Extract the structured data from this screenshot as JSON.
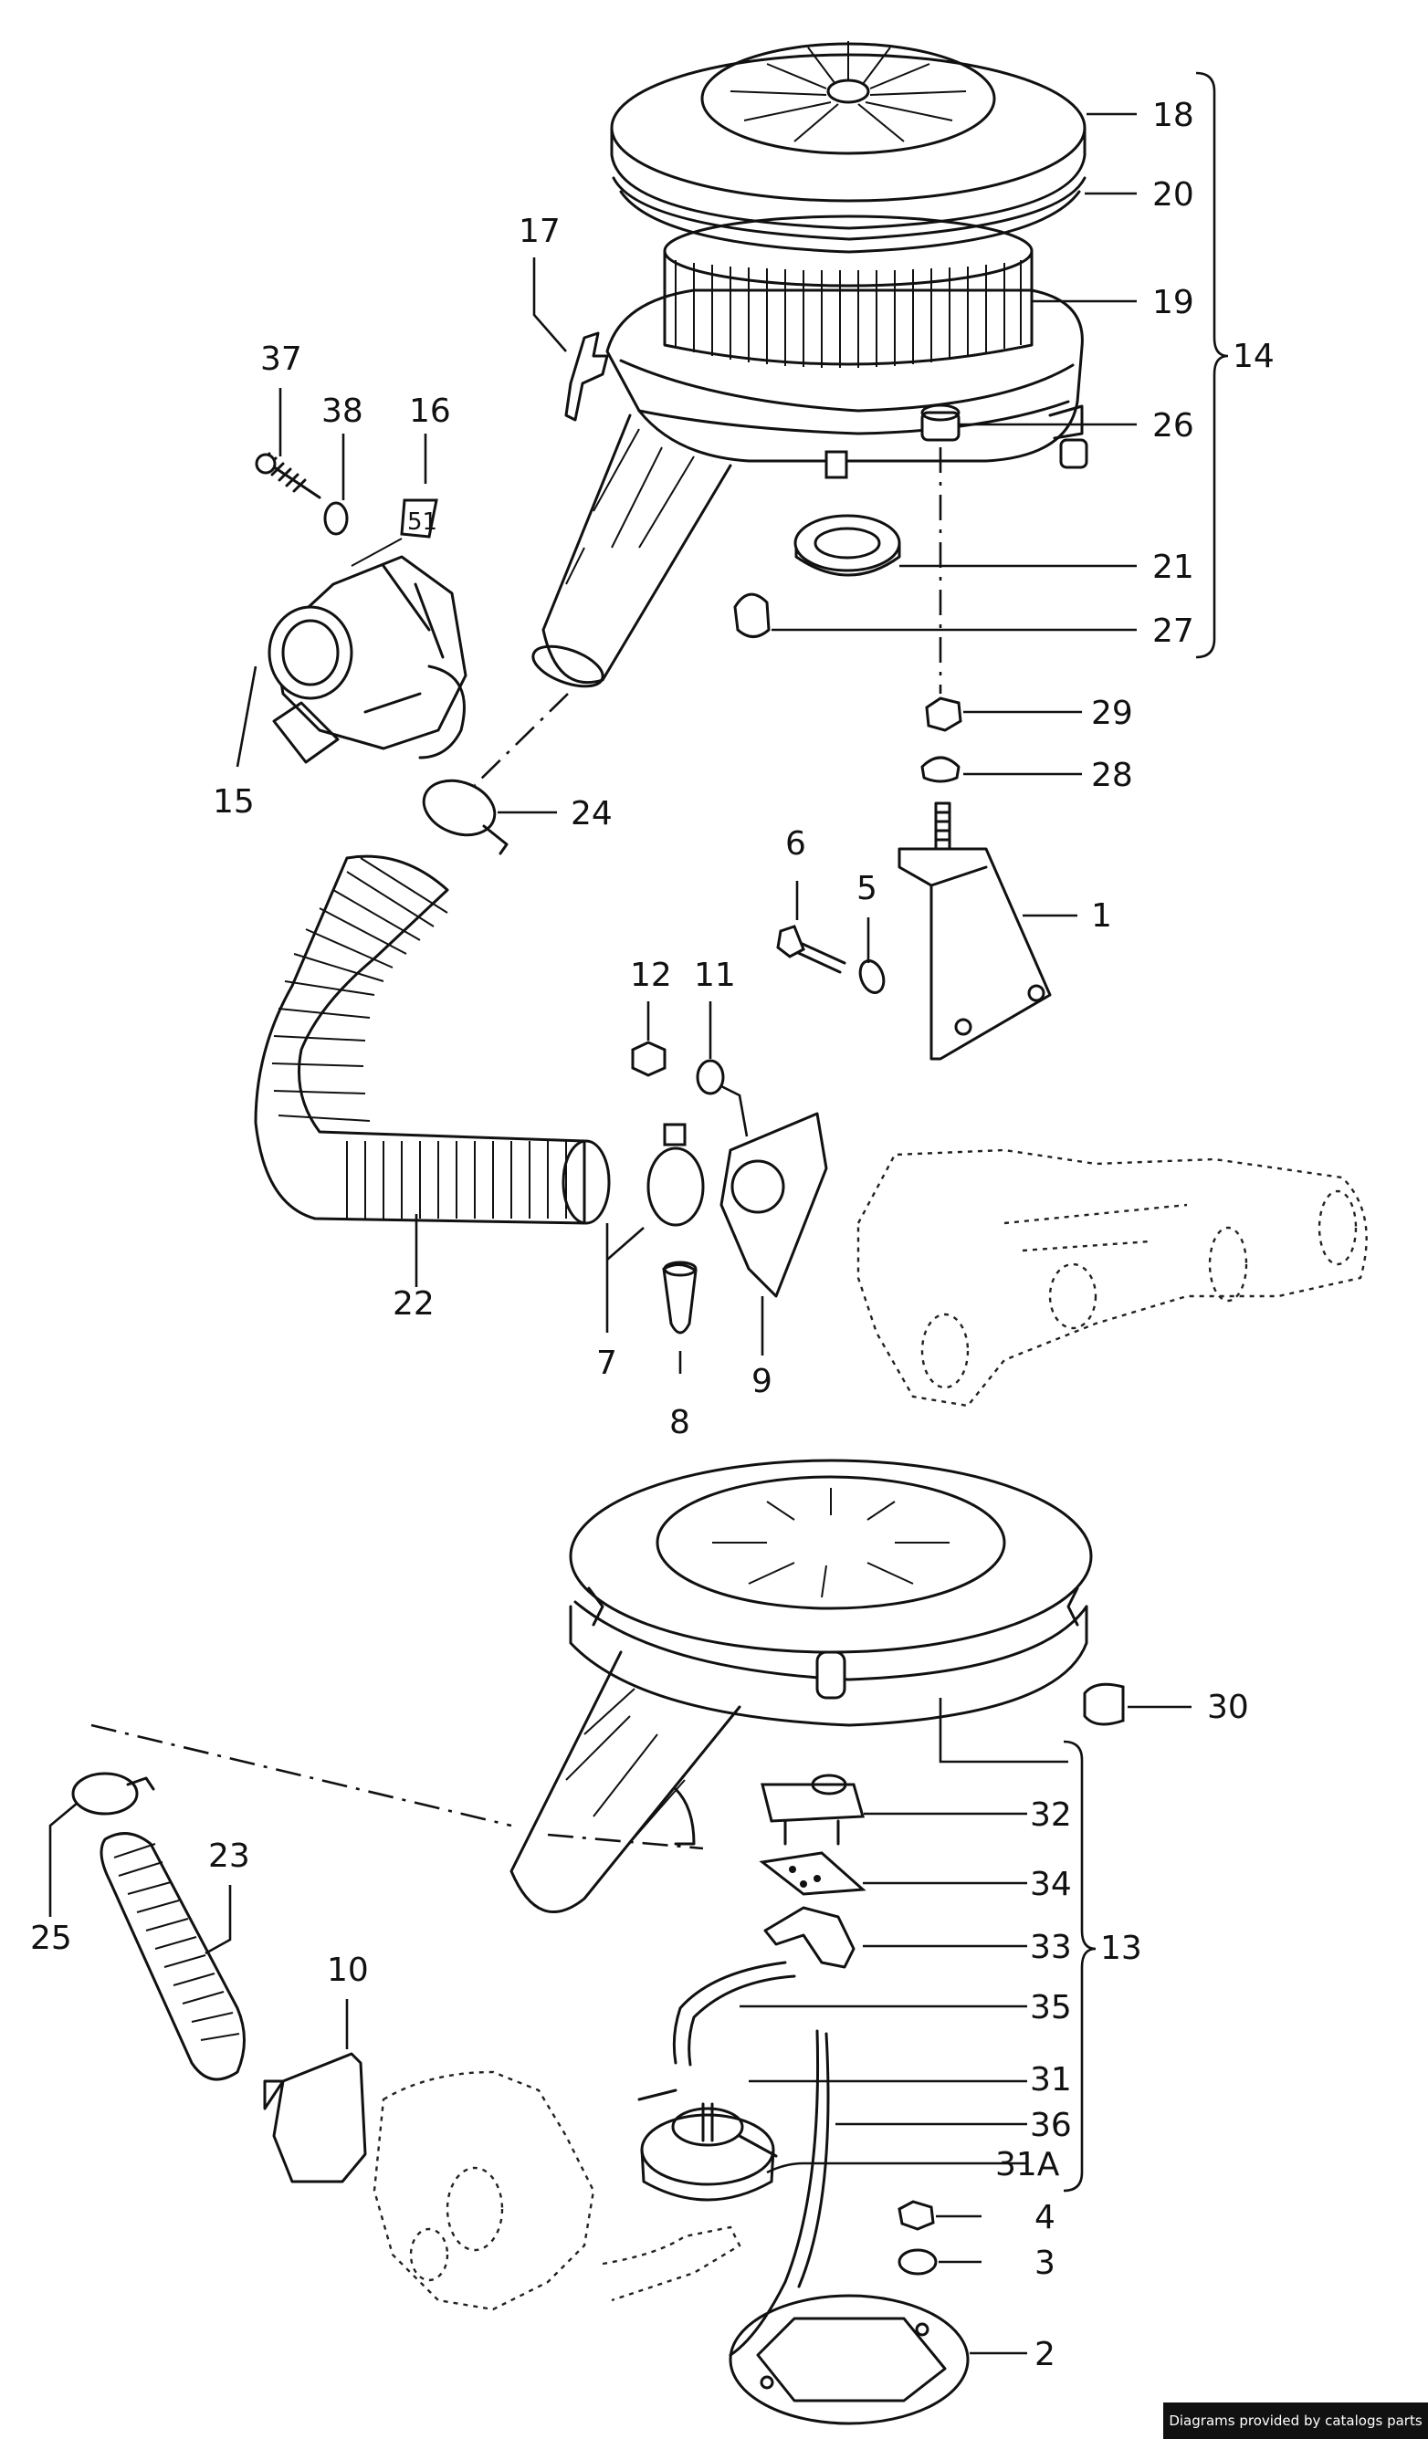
{
  "labels": {
    "l1": "1",
    "l2": "2",
    "l3": "3",
    "l4": "4",
    "l5": "5",
    "l6": "6",
    "l7": "7",
    "l8": "8",
    "l9": "9",
    "l10": "10",
    "l11": "11",
    "l12": "12",
    "l13": "13",
    "l14": "14",
    "l15": "15",
    "l16": "16",
    "l17": "17",
    "l18": "18",
    "l19": "19",
    "l20": "20",
    "l21": "21",
    "l22": "22",
    "l23": "23",
    "l24": "24",
    "l25": "25",
    "l26": "26",
    "l27": "27",
    "l28": "28",
    "l29": "29",
    "l30": "30",
    "l31": "31",
    "l31a": "31A",
    "l32": "32",
    "l33": "33",
    "l34": "34",
    "l35": "35",
    "l36": "36",
    "l37": "37",
    "l38": "38"
  },
  "sticker_text": "51",
  "footer": {
    "credit": "Diagrams provided by catalogs parts"
  }
}
